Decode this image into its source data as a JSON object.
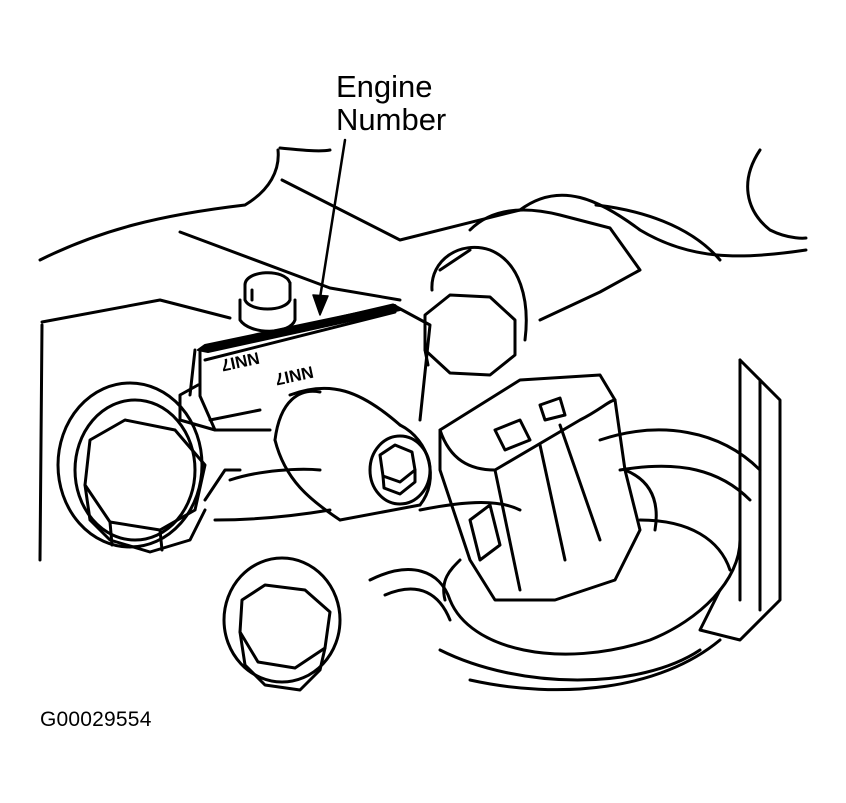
{
  "callout": {
    "line1": "Engine",
    "line2": "Number"
  },
  "stamp_text": [
    "NNI7",
    "NNI7"
  ],
  "figure_id": "G00029554",
  "colors": {
    "ink": "#000000",
    "paper": "#ffffff"
  }
}
